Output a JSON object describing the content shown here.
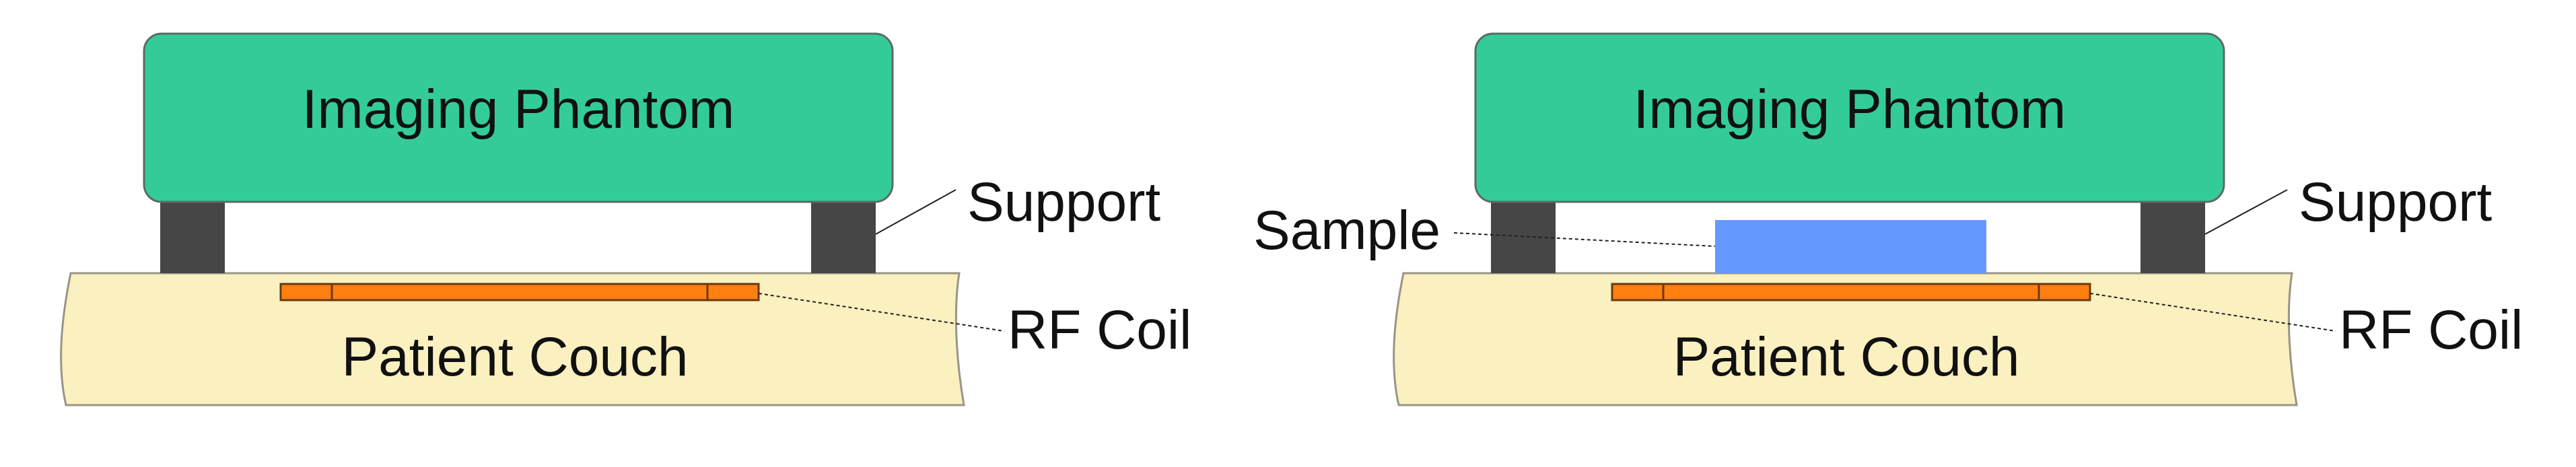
{
  "diagrams": [
    {
      "phantom_label": "Imaging Phantom",
      "couch_label": "Patient Couch",
      "support_label": "Support",
      "coil_label": "RF Coil"
    },
    {
      "phantom_label": "Imaging Phantom",
      "couch_label": "Patient Couch",
      "support_label": "Support",
      "coil_label": "RF Coil",
      "sample_label": "Sample"
    }
  ],
  "colors": {
    "phantom_fill": "#33CC99",
    "phantom_stroke": "#5A6A64",
    "support_fill": "#464646",
    "couch_fill": "#FAF0C0",
    "couch_stroke": "#9A9486",
    "coil_fill": "#FF7F11",
    "coil_stroke": "#6A3A10",
    "sample_fill": "#6699FF",
    "leader_stroke": "#222222"
  }
}
